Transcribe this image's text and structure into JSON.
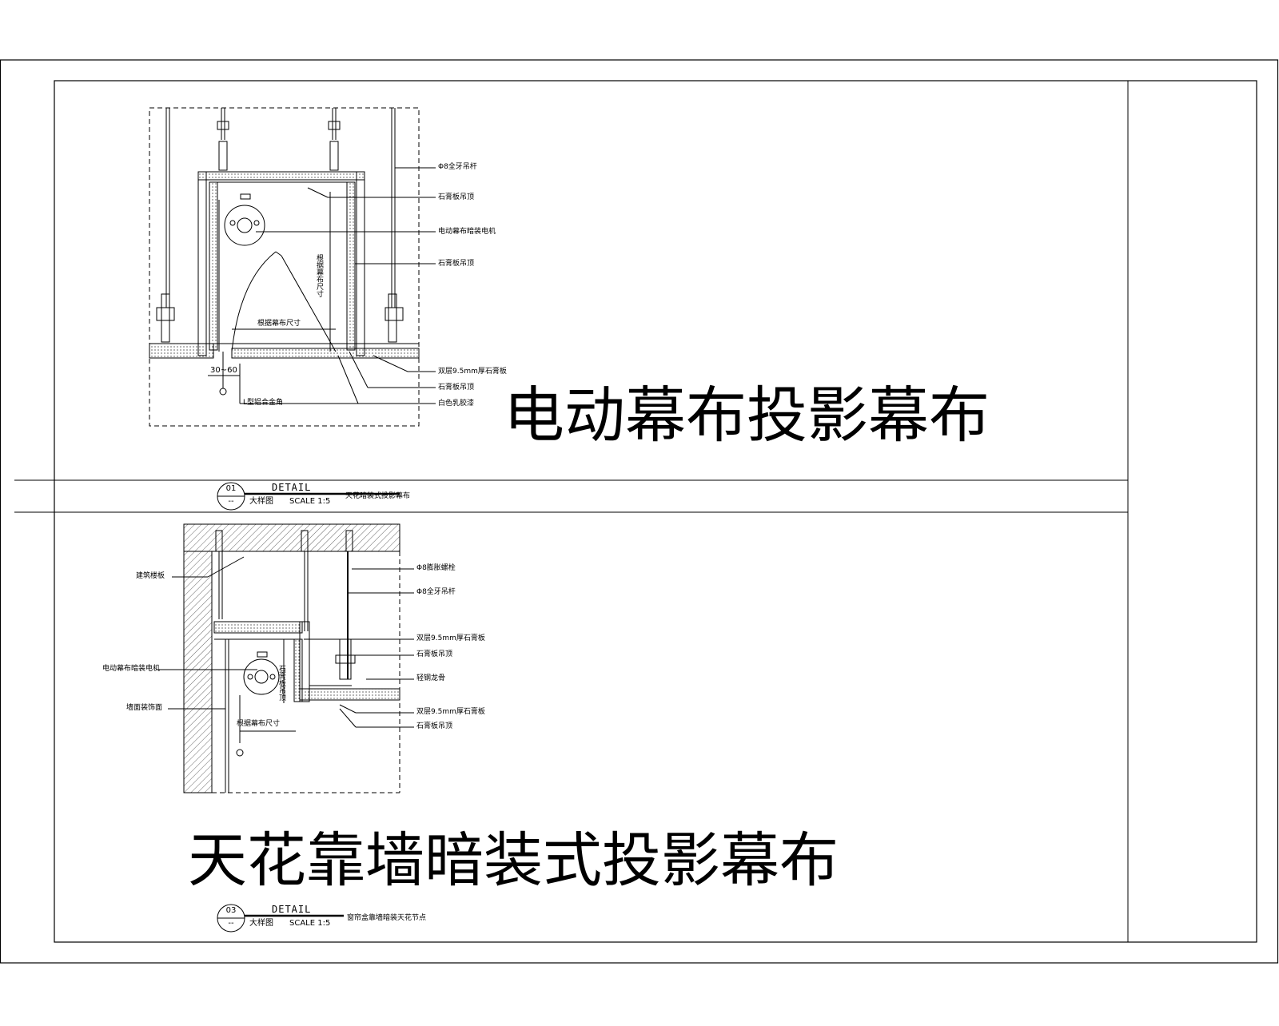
{
  "detail_1": {
    "title": "电动幕布投影幕布",
    "labels": {
      "steel_rod": "Φ8全牙吊杆",
      "gypsum_top": "石膏板吊顶",
      "motor": "电动幕布暗装电机",
      "gypsum_side": "石膏板吊顶",
      "screen_size_v": "根据幕布尺寸",
      "screen_size_h": "根据幕布尺寸",
      "board": "双层9.5mm厚石膏板",
      "gypsum_bottom": "石膏板吊顶",
      "paint": "白色乳胶漆",
      "dim_gap": "30~60",
      "light_trough": "L型铝合金角"
    },
    "tag": {
      "number": "01",
      "dash": "--",
      "heading": "DETAIL",
      "big_label": "大样图",
      "scale": "SCALE 1:5",
      "desc": "天花暗装式投影幕布"
    }
  },
  "detail_2": {
    "title": "天花靠墙暗装式投影幕布",
    "labels": {
      "top_ceiling": "建筑楼板",
      "bracket": "Φ8膨胀螺栓",
      "rod": "Φ8全牙吊杆",
      "board_top": "双层9.5mm厚石膏板",
      "gypsum1": "石膏板吊顶",
      "gypsum_side": "石膏板吊顶",
      "beam": "轻钢龙骨",
      "motor": "电动幕布暗装电机",
      "wall_finish": "墙面装饰面",
      "screen_size": "根据幕布尺寸",
      "board_bottom": "双层9.5mm厚石膏板",
      "gypsum2": "石膏板吊顶"
    },
    "tag": {
      "number": "03",
      "dash": "--",
      "heading": "DETAIL",
      "big_label": "大样图",
      "scale": "SCALE 1:5",
      "desc": "窗帘盒靠墙暗装天花节点"
    }
  }
}
